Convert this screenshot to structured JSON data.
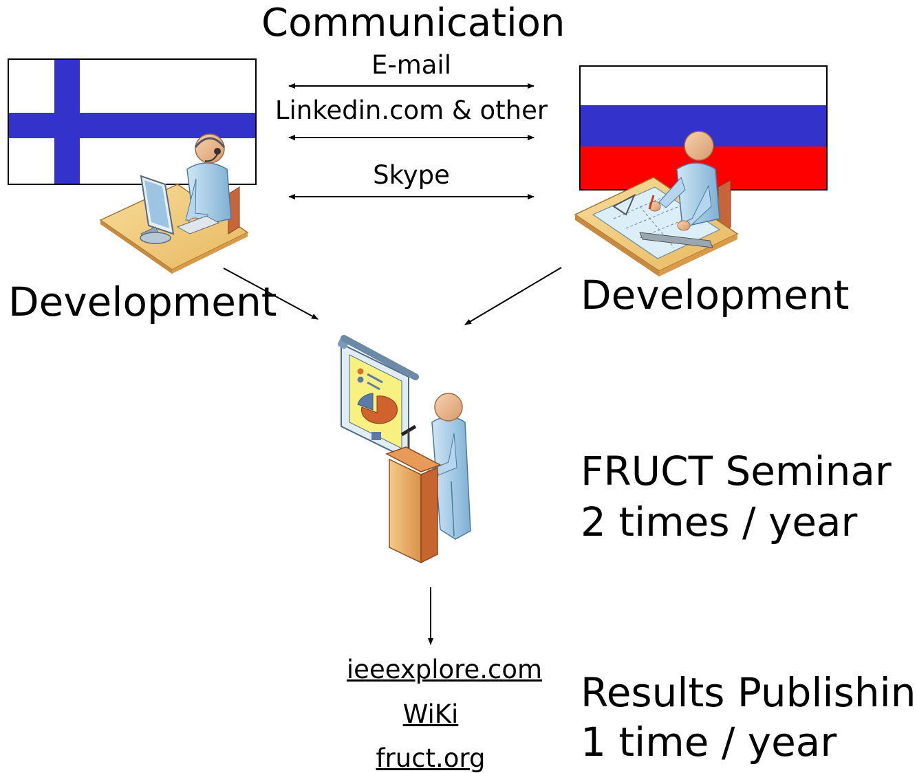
{
  "diagram": {
    "title": "Communication",
    "channels": [
      "E-mail",
      "Linkedin.com & other",
      "Skype"
    ],
    "left_node": {
      "label": "Development",
      "flag": "finland",
      "flag_colors": {
        "field": "#ffffff",
        "cross": "#3333cc"
      },
      "figure": "person-with-headset-at-computer-icon"
    },
    "right_node": {
      "label": "Development",
      "flag": "russia",
      "flag_colors": {
        "top": "#ffffff",
        "middle": "#3333cc",
        "bottom": "#ff0000"
      },
      "figure": "person-drafting-at-desk-icon"
    },
    "center_node": {
      "line1": "FRUCT Seminar",
      "line2": "2 times / year",
      "figure": "presenter-at-podium-icon"
    },
    "publishing": {
      "links": [
        "ieeexplore.com",
        "WiKi",
        "fruct.org"
      ],
      "line1": "Results Publishing",
      "line2": "1 time / year"
    }
  }
}
